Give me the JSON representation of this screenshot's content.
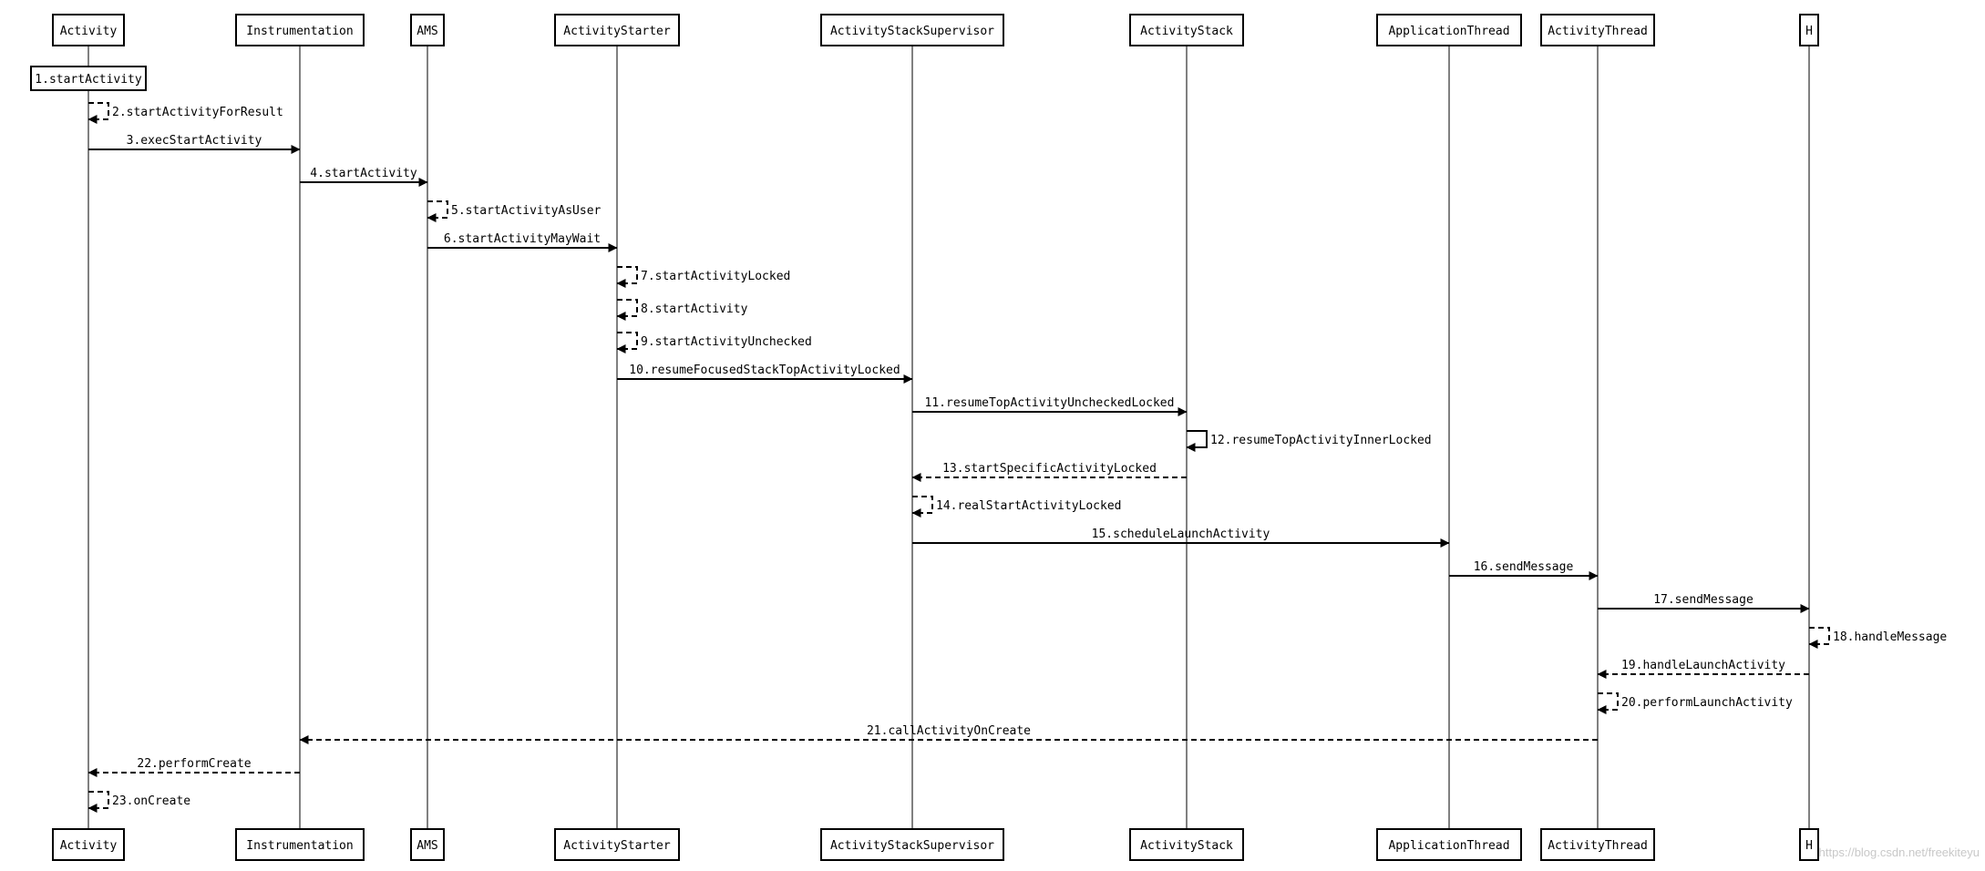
{
  "participants": [
    "Activity",
    "Instrumentation",
    "AMS",
    "ActivityStarter",
    "ActivityStackSupervisor",
    "ActivityStack",
    "ApplicationThread",
    "ActivityThread",
    "H"
  ],
  "messages": [
    {
      "label": "1.startActivity",
      "from": 0,
      "to": 0,
      "kind": "note"
    },
    {
      "label": "2.startActivityForResult",
      "from": 0,
      "to": 0,
      "kind": "self",
      "dashed": true
    },
    {
      "label": "3.execStartActivity",
      "from": 0,
      "to": 1,
      "kind": "call",
      "dashed": false
    },
    {
      "label": "4.startActivity",
      "from": 1,
      "to": 2,
      "kind": "call",
      "dashed": false
    },
    {
      "label": "5.startActivityAsUser",
      "from": 2,
      "to": 2,
      "kind": "self",
      "dashed": true
    },
    {
      "label": "6.startActivityMayWait",
      "from": 2,
      "to": 3,
      "kind": "call",
      "dashed": false
    },
    {
      "label": "7.startActivityLocked",
      "from": 3,
      "to": 3,
      "kind": "self",
      "dashed": true
    },
    {
      "label": "8.startActivity",
      "from": 3,
      "to": 3,
      "kind": "self",
      "dashed": true
    },
    {
      "label": "9.startActivityUnchecked",
      "from": 3,
      "to": 3,
      "kind": "self",
      "dashed": true
    },
    {
      "label": "10.resumeFocusedStackTopActivityLocked",
      "from": 3,
      "to": 4,
      "kind": "call",
      "dashed": false
    },
    {
      "label": "11.resumeTopActivityUncheckedLocked",
      "from": 4,
      "to": 5,
      "kind": "call",
      "dashed": false
    },
    {
      "label": "12.resumeTopActivityInnerLocked",
      "from": 5,
      "to": 5,
      "kind": "self",
      "dashed": false
    },
    {
      "label": "13.startSpecificActivityLocked",
      "from": 5,
      "to": 4,
      "kind": "call",
      "dashed": true
    },
    {
      "label": "14.realStartActivityLocked",
      "from": 4,
      "to": 4,
      "kind": "self",
      "dashed": true
    },
    {
      "label": "15.scheduleLaunchActivity",
      "from": 4,
      "to": 6,
      "kind": "call",
      "dashed": false
    },
    {
      "label": "16.sendMessage",
      "from": 6,
      "to": 7,
      "kind": "call",
      "dashed": false
    },
    {
      "label": "17.sendMessage",
      "from": 7,
      "to": 8,
      "kind": "call",
      "dashed": false
    },
    {
      "label": "18.handleMessage",
      "from": 8,
      "to": 8,
      "kind": "self",
      "dashed": true
    },
    {
      "label": "19.handleLaunchActivity",
      "from": 8,
      "to": 7,
      "kind": "call",
      "dashed": true
    },
    {
      "label": "20.performLaunchActivity",
      "from": 7,
      "to": 7,
      "kind": "self",
      "dashed": true
    },
    {
      "label": "21.callActivityOnCreate",
      "from": 7,
      "to": 1,
      "kind": "call",
      "dashed": true
    },
    {
      "label": "22.performCreate",
      "from": 1,
      "to": 0,
      "kind": "call",
      "dashed": true
    },
    {
      "label": "23.onCreate",
      "from": 0,
      "to": 0,
      "kind": "self",
      "dashed": true
    }
  ],
  "watermark": "https://blog.csdn.net/freekiteyu"
}
